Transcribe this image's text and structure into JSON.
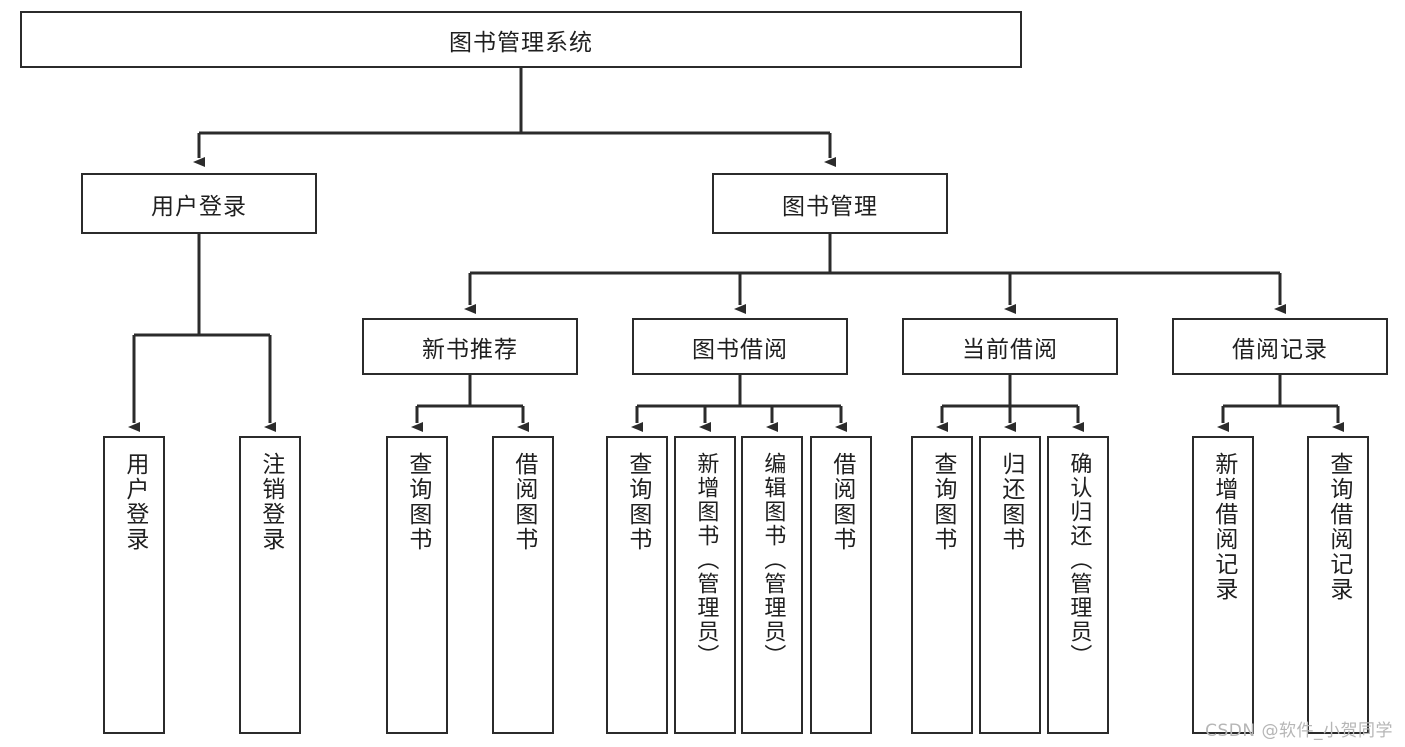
{
  "diagram": {
    "type": "tree",
    "title_node": {
      "label": "图书管理系统"
    },
    "level2": [
      {
        "label": "用户登录"
      },
      {
        "label": "图书管理"
      }
    ],
    "level3": [
      {
        "label": "新书推荐"
      },
      {
        "label": "图书借阅"
      },
      {
        "label": "当前借阅"
      },
      {
        "label": "借阅记录"
      }
    ],
    "leaves": {
      "user_login": [
        {
          "label": "用户登录"
        },
        {
          "label": "注销登录"
        }
      ],
      "new_book_recommend": [
        {
          "label": "查询图书"
        },
        {
          "label": "借阅图书"
        }
      ],
      "book_borrow": [
        {
          "label": "查询图书"
        },
        {
          "label": "新增图书（管理员）"
        },
        {
          "label": "编辑图书（管理员）"
        },
        {
          "label": "借阅图书"
        }
      ],
      "current_borrow": [
        {
          "label": "查询图书"
        },
        {
          "label": "归还图书"
        },
        {
          "label": "确认归还（管理员）"
        }
      ],
      "borrow_record": [
        {
          "label": "新增借阅记录"
        },
        {
          "label": "查询借阅记录"
        }
      ]
    }
  },
  "watermark": {
    "text": "CSDN @软件_小贺同学"
  },
  "colors": {
    "stroke": "#2b2b2b",
    "box_fill": "#ffffff",
    "text": "#1f1f1f",
    "watermark": "#b6b6b6"
  }
}
